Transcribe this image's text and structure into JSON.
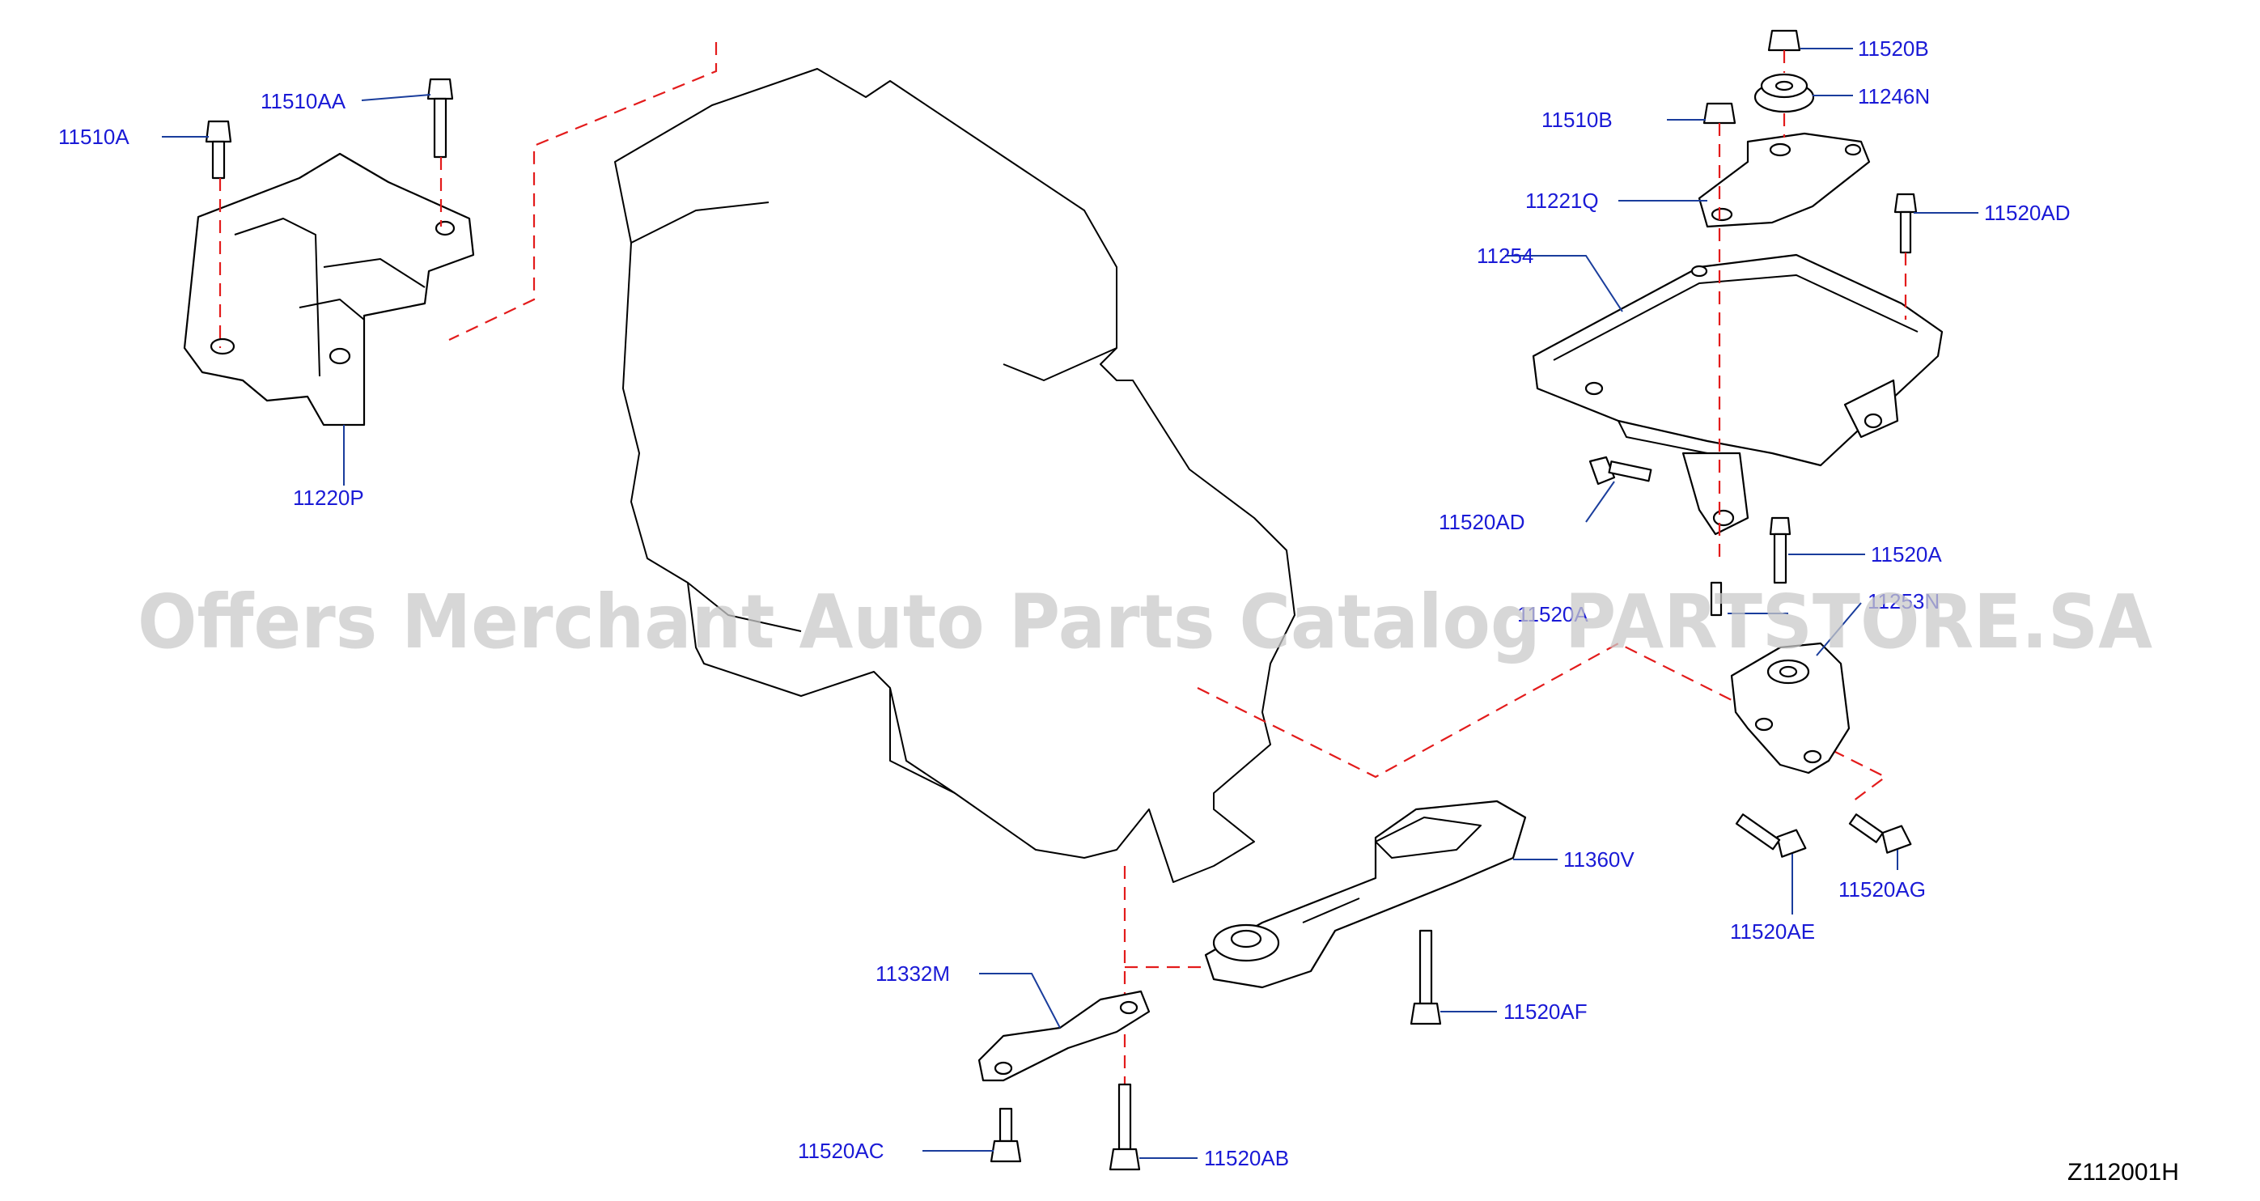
{
  "diagram": {
    "code": "Z112001H",
    "watermark": "Offers Merchant Auto Parts Catalog PARTSTORE.SA",
    "callouts": {
      "p11510A": "11510A",
      "p11510AA": "11510AA",
      "p11220P": "11220P",
      "p11520B": "11520B",
      "p11246N": "11246N",
      "p11510B": "11510B",
      "p11221Q": "11221Q",
      "p11520AD_top": "11520AD",
      "p11254": "11254",
      "p11520AD_mid": "11520AD",
      "p11520A_right": "11520A",
      "p11520A_left": "11520A",
      "p11253N": "11253N",
      "p11360V": "11360V",
      "p11332M": "11332M",
      "p11520AF": "11520AF",
      "p11520AE": "11520AE",
      "p11520AG": "11520AG",
      "p11520AC": "11520AC",
      "p11520AB": "11520AB"
    }
  }
}
